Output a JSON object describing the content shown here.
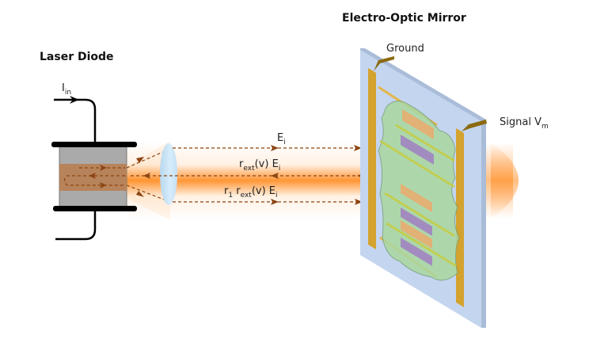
{
  "titles": {
    "laser_diode": "Laser Diode",
    "mirror": "Electro-Optic Mirror"
  },
  "labels": {
    "current": {
      "base": "I",
      "sub": "in"
    },
    "ground": "Ground",
    "signal": {
      "base": "Signal V",
      "sub": "m"
    },
    "incident": {
      "base": "E",
      "sub": "i"
    },
    "reflected": {
      "r": "r",
      "r_sub": "ext",
      "rest": "(v) E",
      "e_sub": "i"
    },
    "feedback": {
      "r1": "r",
      "r1_sub": "1",
      "r": " r",
      "r_sub": "ext",
      "rest": "(v) E",
      "e_sub": "i"
    }
  },
  "colors": {
    "beam": "#ff8a1e",
    "arrow": "#8b4513",
    "mirror_glass": "#c9d9f5",
    "electrode": "#d4a22e",
    "active_region": "#a9d8a0",
    "gain_region": "#b7835a",
    "diode_body": "#aaaaaa"
  }
}
